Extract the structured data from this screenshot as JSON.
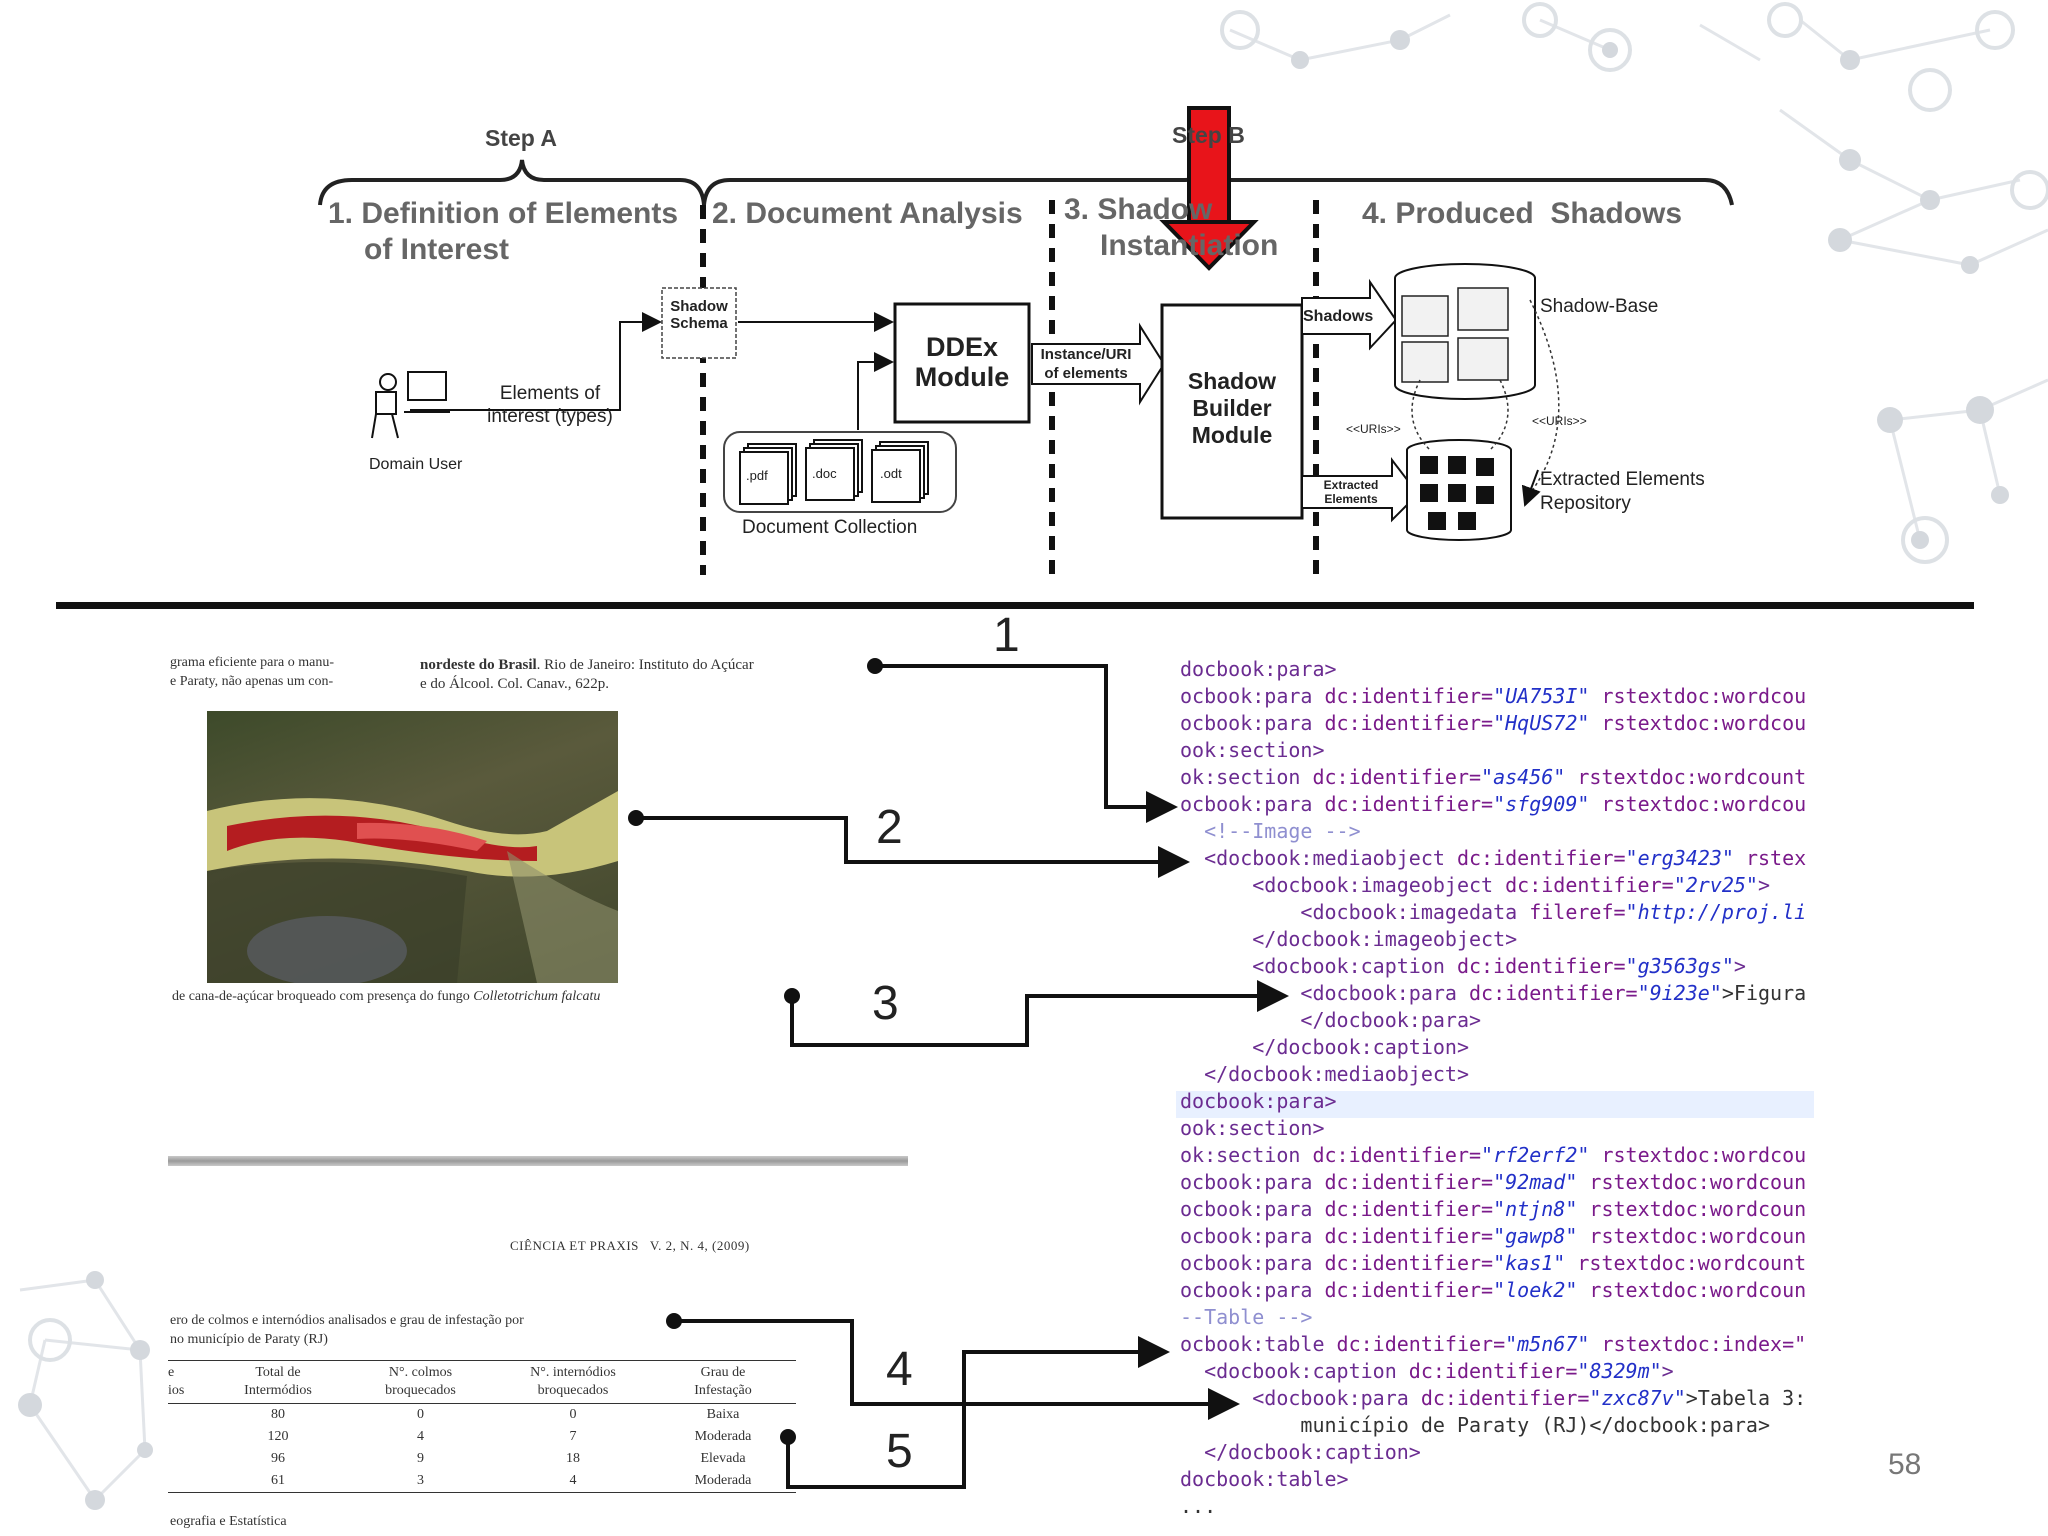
{
  "slide": {
    "page_number": "58"
  },
  "top_diagram": {
    "step_a": "Step A",
    "step_b": "Step B",
    "stages": {
      "s1_line1": "1. Definition of Elements",
      "s1_line2": "of Interest",
      "s2": "2. Document Analysis",
      "s3_line1": "3. Shadow",
      "s3_line2": "Instantiation",
      "s4": "4. Produced  Shadows"
    },
    "shadow_schema": [
      "Shadow",
      "Schema"
    ],
    "ddex": [
      "DDEx",
      "Module"
    ],
    "instance_uri": [
      "Instance/URI",
      "of elements"
    ],
    "builder": [
      "Shadow",
      "Builder",
      "Module"
    ],
    "shadows_label": "Shadows",
    "extracted_label": [
      "Extracted",
      "Elements"
    ],
    "shadow_base": "Shadow-Base",
    "uris_left": "<<URIs>>",
    "uris_right": "<<URIs>>",
    "repo": [
      "Extracted Elements",
      "Repository"
    ],
    "elements_of_interest": [
      "Elements of",
      "interest (types)"
    ],
    "domain_user": "Domain User",
    "files": [
      ".pdf",
      ".doc",
      ".odt"
    ],
    "doc_collection": "Document Collection"
  },
  "bottom": {
    "doc_top_left": [
      "grama eficiente para o manu-",
      "e Paraty, não apenas um con-"
    ],
    "doc_top_right_bold": "nordeste do Brasil",
    "doc_top_right_1": ". Rio de Janeiro: Instituto do Açúcar",
    "doc_top_right_2": "e do Álcool. Col. Canav., 622p.",
    "caption_text": "de cana-de-açúcar broqueado com presença do fungo ",
    "caption_italic": "Colletotrichum falcatu",
    "journal_footer": "CIÊNCIA ET PRAXIS   V. 2, N. 4, (2009)",
    "table_caption": [
      "ero de colmos e internódios analisados e grau de infestação por",
      "no município de Paraty (RJ)"
    ],
    "table_headers": [
      [
        "e",
        "ios"
      ],
      [
        "Total de",
        "Intermódios"
      ],
      [
        "N°. colmos",
        "broquecados"
      ],
      [
        "N°. internódios",
        "broquecados"
      ],
      [
        "Grau de",
        "Infestação"
      ]
    ],
    "table_rows": [
      [
        "",
        "80",
        "0",
        "0",
        "Baixa"
      ],
      [
        "",
        "120",
        "4",
        "7",
        "Moderada"
      ],
      [
        "",
        "96",
        "9",
        "18",
        "Elevada"
      ],
      [
        "",
        "61",
        "3",
        "4",
        "Moderada"
      ]
    ],
    "table_footer": "eografia e Estatística",
    "numbers": [
      "1",
      "2",
      "3",
      "4",
      "5"
    ],
    "code_lines": [
      [
        {
          "t": "docbook:para>",
          "c": "tag"
        }
      ],
      [
        {
          "t": "ocbook:para ",
          "c": "tag"
        },
        {
          "t": "dc:identifier=",
          "c": "attr"
        },
        {
          "t": "\"UA753I\"",
          "c": "val"
        },
        {
          "t": " rstextdoc:wordcou",
          "c": "attr"
        }
      ],
      [
        {
          "t": "ocbook:para ",
          "c": "tag"
        },
        {
          "t": "dc:identifier=",
          "c": "attr"
        },
        {
          "t": "\"HqUS72\"",
          "c": "val"
        },
        {
          "t": " rstextdoc:wordcou",
          "c": "attr"
        }
      ],
      [
        {
          "t": "ook:section>",
          "c": "tag"
        }
      ],
      [
        {
          "t": "ok:section ",
          "c": "tag"
        },
        {
          "t": "dc:identifier=",
          "c": "attr"
        },
        {
          "t": "\"as456\"",
          "c": "val"
        },
        {
          "t": " rstextdoc:wordcount",
          "c": "attr"
        }
      ],
      [
        {
          "t": "ocbook:para ",
          "c": "tag"
        },
        {
          "t": "dc:identifier=",
          "c": "attr"
        },
        {
          "t": "\"sfg909\"",
          "c": "val"
        },
        {
          "t": " rstextdoc:wordcou",
          "c": "attr"
        }
      ],
      [
        {
          "t": "  <!--Image -->",
          "c": "cm"
        }
      ],
      [
        {
          "t": "  <docbook:mediaobject ",
          "c": "tag"
        },
        {
          "t": "dc:identifier=",
          "c": "attr"
        },
        {
          "t": "\"erg3423\"",
          "c": "val"
        },
        {
          "t": " rstex",
          "c": "attr"
        }
      ],
      [
        {
          "t": "      <docbook:imageobject ",
          "c": "tag"
        },
        {
          "t": "dc:identifier=",
          "c": "attr"
        },
        {
          "t": "\"2rv25\"",
          "c": "val"
        },
        {
          "t": ">",
          "c": "tag"
        }
      ],
      [
        {
          "t": "          <docbook:imagedata ",
          "c": "tag"
        },
        {
          "t": "fileref=",
          "c": "attr"
        },
        {
          "t": "\"http://proj.li",
          "c": "val"
        }
      ],
      [
        {
          "t": "      </docbook:imageobject>",
          "c": "tag"
        }
      ],
      [
        {
          "t": "      <docbook:caption ",
          "c": "tag"
        },
        {
          "t": "dc:identifier=",
          "c": "attr"
        },
        {
          "t": "\"g3563gs\"",
          "c": "val"
        },
        {
          "t": ">",
          "c": "tag"
        }
      ],
      [
        {
          "t": "          <docbook:para ",
          "c": "tag"
        },
        {
          "t": "dc:identifier=",
          "c": "attr"
        },
        {
          "t": "\"9i23e\"",
          "c": "val"
        },
        {
          "t": ">Figura",
          "c": "tx"
        }
      ],
      [
        {
          "t": "          </docbook:para>",
          "c": "tag"
        }
      ],
      [
        {
          "t": "      </docbook:caption>",
          "c": "tag"
        }
      ],
      [
        {
          "t": "  </docbook:mediaobject>",
          "c": "tag"
        }
      ],
      [
        {
          "t": "docbook:para>",
          "c": "tag"
        }
      ],
      [
        {
          "t": "ook:section>",
          "c": "tag"
        }
      ],
      [
        {
          "t": "ok:section ",
          "c": "tag"
        },
        {
          "t": "dc:identifier=",
          "c": "attr"
        },
        {
          "t": "\"rf2erf2\"",
          "c": "val"
        },
        {
          "t": " rstextdoc:wordcou",
          "c": "attr"
        }
      ],
      [
        {
          "t": "ocbook:para ",
          "c": "tag"
        },
        {
          "t": "dc:identifier=",
          "c": "attr"
        },
        {
          "t": "\"92mad\"",
          "c": "val"
        },
        {
          "t": " rstextdoc:wordcoun",
          "c": "attr"
        }
      ],
      [
        {
          "t": "ocbook:para ",
          "c": "tag"
        },
        {
          "t": "dc:identifier=",
          "c": "attr"
        },
        {
          "t": "\"ntjn8\"",
          "c": "val"
        },
        {
          "t": " rstextdoc:wordcoun",
          "c": "attr"
        }
      ],
      [
        {
          "t": "ocbook:para ",
          "c": "tag"
        },
        {
          "t": "dc:identifier=",
          "c": "attr"
        },
        {
          "t": "\"gawp8\"",
          "c": "val"
        },
        {
          "t": " rstextdoc:wordcoun",
          "c": "attr"
        }
      ],
      [
        {
          "t": "ocbook:para ",
          "c": "tag"
        },
        {
          "t": "dc:identifier=",
          "c": "attr"
        },
        {
          "t": "\"kas1\"",
          "c": "val"
        },
        {
          "t": " rstextdoc:wordcount",
          "c": "attr"
        }
      ],
      [
        {
          "t": "ocbook:para ",
          "c": "tag"
        },
        {
          "t": "dc:identifier=",
          "c": "attr"
        },
        {
          "t": "\"loek2\"",
          "c": "val"
        },
        {
          "t": " rstextdoc:wordcoun",
          "c": "attr"
        }
      ],
      [
        {
          "t": "--Table -->",
          "c": "cm"
        }
      ],
      [
        {
          "t": "ocbook:table ",
          "c": "tag"
        },
        {
          "t": "dc:identifier=",
          "c": "attr"
        },
        {
          "t": "\"m5n67\"",
          "c": "val"
        },
        {
          "t": " rstextdoc:index=\"",
          "c": "attr"
        }
      ],
      [
        {
          "t": "  <docbook:caption ",
          "c": "tag"
        },
        {
          "t": "dc:identifier=",
          "c": "attr"
        },
        {
          "t": "\"8329m\"",
          "c": "val"
        },
        {
          "t": ">",
          "c": "tag"
        }
      ],
      [
        {
          "t": "      <docbook:para ",
          "c": "tag"
        },
        {
          "t": "dc:identifier=",
          "c": "attr"
        },
        {
          "t": "\"zxc87v\"",
          "c": "val"
        },
        {
          "t": ">Tabela 3:",
          "c": "tx"
        }
      ],
      [
        {
          "t": "          município de Paraty (RJ)</docbook:para>",
          "c": "tx"
        }
      ],
      [
        {
          "t": "  </docbook:caption>",
          "c": "tag"
        }
      ],
      [
        {
          "t": "docbook:table>",
          "c": "tag"
        }
      ],
      [
        {
          "t": "...",
          "c": "tx"
        }
      ]
    ]
  },
  "colors": {
    "red_arrow": "#e8141a",
    "node_color": "#c9ced4"
  }
}
